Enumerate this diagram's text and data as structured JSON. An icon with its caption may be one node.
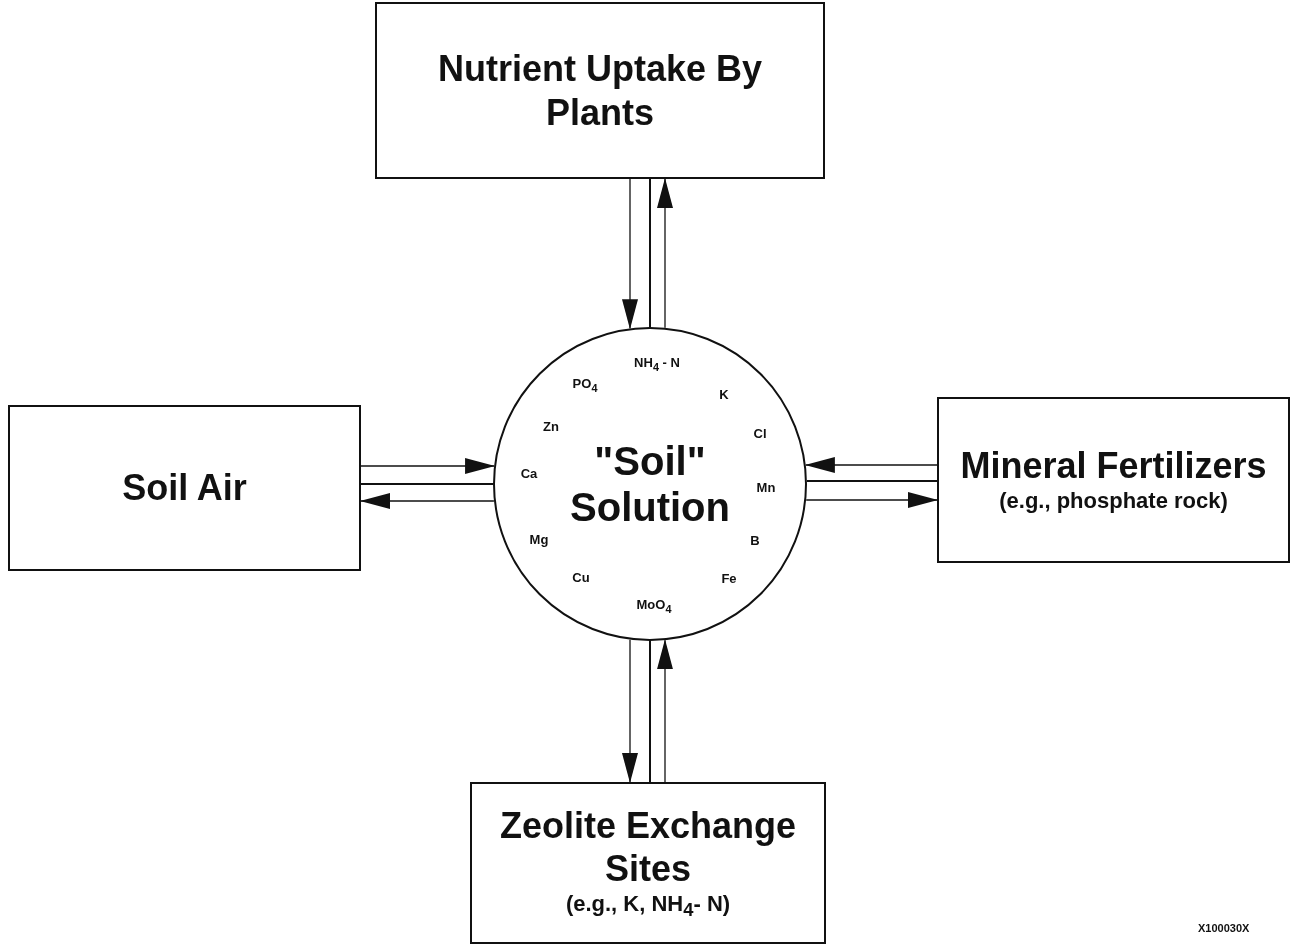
{
  "diagram": {
    "nodes": [
      {
        "text": [
          "Nutrient Uptake By Plants"
        ]
      },
      {
        "text": [
          "Soil Air"
        ]
      },
      {
        "text": [
          "NH$_{4}$ - N",
          "PO$_{4}$",
          "K",
          "Zn",
          "Cl",
          "Ca",
          "\"Soil\" Solution",
          "Mn",
          "Mg",
          "B",
          "Cu",
          "Fe",
          "MoO$_{4}$"
        ]
      },
      {
        "text": [
          "Mineral Fertilizers",
          "(e.g., phosphate rock)"
        ]
      },
      {
        "text": [
          "Zeolite Exchange Sites",
          "(e.g., K, NH$_{4}$- N)"
        ]
      }
    ],
    "edges": [
      {
        "from": 0,
        "to": 2,
        "arrow": "to"
      },
      {
        "from": 2,
        "to": 0,
        "arrow": "to"
      },
      {
        "from": 0,
        "to": 2,
        "arrow": "none"
      },
      {
        "from": 1,
        "to": 2,
        "arrow": "to"
      },
      {
        "from": 2,
        "to": 1,
        "arrow": "to"
      },
      {
        "from": 1,
        "to": 2,
        "arrow": "none"
      },
      {
        "from": 3,
        "to": 2,
        "arrow": "to"
      },
      {
        "from": 2,
        "to": 3,
        "arrow": "to"
      },
      {
        "from": 3,
        "to": 2,
        "arrow": "none"
      },
      {
        "from": 2,
        "to": 4,
        "arrow": "to"
      },
      {
        "from": 4,
        "to": 2,
        "arrow": "to"
      },
      {
        "from": 4,
        "to": 2,
        "arrow": "none"
      }
    ],
    "labels": [
      "X100030X"
    ]
  }
}
